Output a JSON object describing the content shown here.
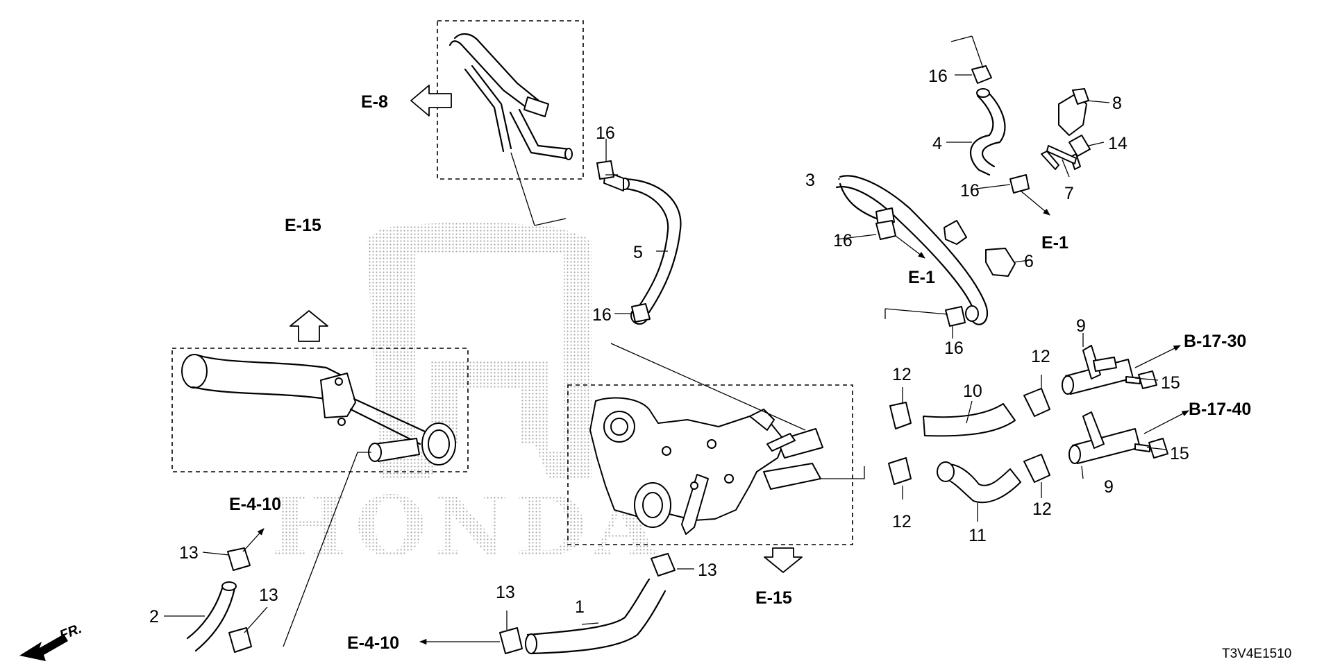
{
  "diagram": {
    "part_code": "T3V4E1510",
    "front_marker": "FR.",
    "watermark_brand": "HONDA",
    "callouts": {
      "c1": "1",
      "c2": "2",
      "c3": "3",
      "c4": "4",
      "c5": "5",
      "c6": "6",
      "c7": "7",
      "c8": "8",
      "c9a": "9",
      "c9b": "9",
      "c10": "10",
      "c11": "11",
      "c12a": "12",
      "c12b": "12",
      "c12c": "12",
      "c12d": "12",
      "c13a": "13",
      "c13b": "13",
      "c13c": "13",
      "c13d": "13",
      "c14": "14",
      "c15a": "15",
      "c15b": "15",
      "c16a": "16",
      "c16b": "16",
      "c16c": "16",
      "c16d": "16",
      "c16e": "16",
      "c16f": "16"
    },
    "references": {
      "e8": "E-8",
      "e15_top": "E-15",
      "e15_bottom": "E-15",
      "e1_upper": "E-1",
      "e1_lower": "E-1",
      "e410_left": "E-4-10",
      "e410_bottom": "E-4-10",
      "b1730": "B-17-30",
      "b1740": "B-17-40"
    }
  }
}
